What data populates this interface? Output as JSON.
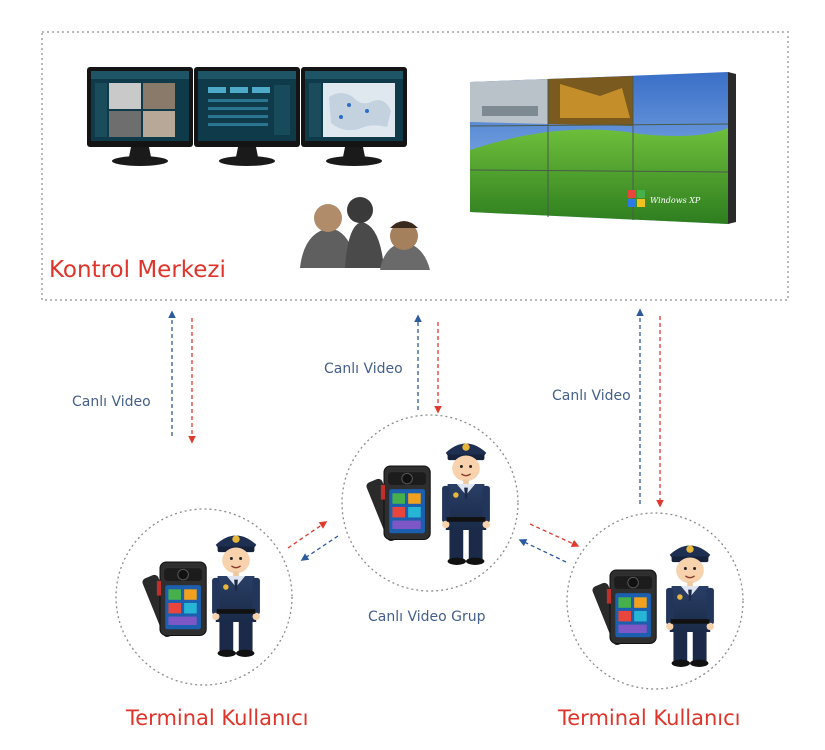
{
  "control_center": {
    "label": "Kontrol Merkezi"
  },
  "links": {
    "left_label": "Canlı Video",
    "center_label": "Canlı Video",
    "right_label": "Canlı Video",
    "group_label": "Canlı Video Grup"
  },
  "terminals": {
    "left_label": "Terminal Kullanıcı",
    "right_label": "Terminal Kullanıcı"
  },
  "monitor_screen": {
    "os_label": "Windows XP"
  },
  "colors": {
    "uplink": "#2c5a9e",
    "downlink": "#e03a2e",
    "label_red": "#e0332a",
    "label_blue": "#44608a",
    "border": "#b9b9b9"
  }
}
